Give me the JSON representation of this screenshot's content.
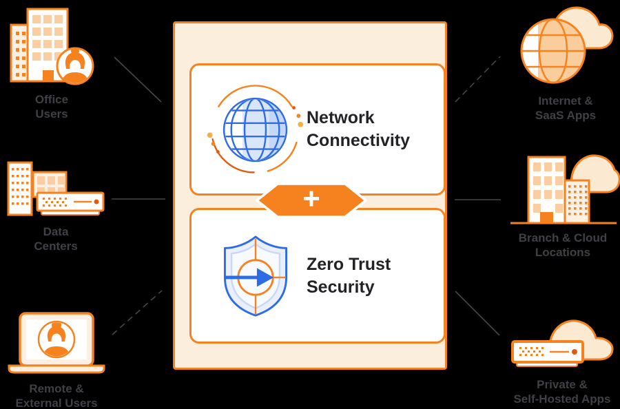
{
  "entities": {
    "left": [
      {
        "id": "office-users",
        "lines": [
          "Office",
          "Users"
        ],
        "icon": "office-building-avatar-icon"
      },
      {
        "id": "data-centers",
        "lines": [
          "Data",
          "Centers"
        ],
        "icon": "data-center-servers-icon"
      },
      {
        "id": "remote-external-users",
        "lines": [
          "Remote &",
          "External Users"
        ],
        "icon": "laptop-avatar-icon"
      }
    ],
    "right": [
      {
        "id": "internet-saas-apps",
        "lines": [
          "Internet &",
          "SaaS Apps"
        ],
        "icon": "globe-cloud-icon"
      },
      {
        "id": "branch-cloud-locations",
        "lines": [
          "Branch & Cloud",
          "Locations"
        ],
        "icon": "building-cloud-icon"
      },
      {
        "id": "private-self-hosted-apps",
        "lines": [
          "Private &",
          "Self-Hosted Apps"
        ],
        "icon": "server-cloud-icon"
      }
    ]
  },
  "center": {
    "cards": [
      {
        "id": "network-connectivity",
        "lines": [
          "Network",
          "Connectivity"
        ],
        "icon": "network-globe-icon"
      },
      {
        "id": "zero-trust-security",
        "lines": [
          "Zero Trust",
          "Security"
        ],
        "icon": "zero-trust-shield-icon"
      }
    ],
    "plus": "+"
  },
  "connectors": [
    {
      "from": "office-users",
      "to": "center",
      "style": "solid"
    },
    {
      "from": "data-centers",
      "to": "center",
      "style": "solid"
    },
    {
      "from": "remote-external-users",
      "to": "center",
      "style": "dashed"
    },
    {
      "from": "center",
      "to": "internet-saas-apps",
      "style": "dashed"
    },
    {
      "from": "center",
      "to": "branch-cloud-locations",
      "style": "solid"
    },
    {
      "from": "center",
      "to": "private-self-hosted-apps",
      "style": "solid"
    }
  ],
  "colors": {
    "background": "#000000",
    "orange": "#F6821F",
    "deep_orange": "#E25A0C",
    "amber": "#FBAD41",
    "peach_window_fill": "#FACDA2",
    "cream_fill": "#FCE9D2",
    "box_fill": "#FBEEDC",
    "card_fill": "#FFFFFF",
    "blue": "#2E6BE6",
    "light_blue_fill": "#D9E6FA",
    "label_text": "#404046",
    "title_text": "#232327",
    "connector_line": "#47474D"
  }
}
